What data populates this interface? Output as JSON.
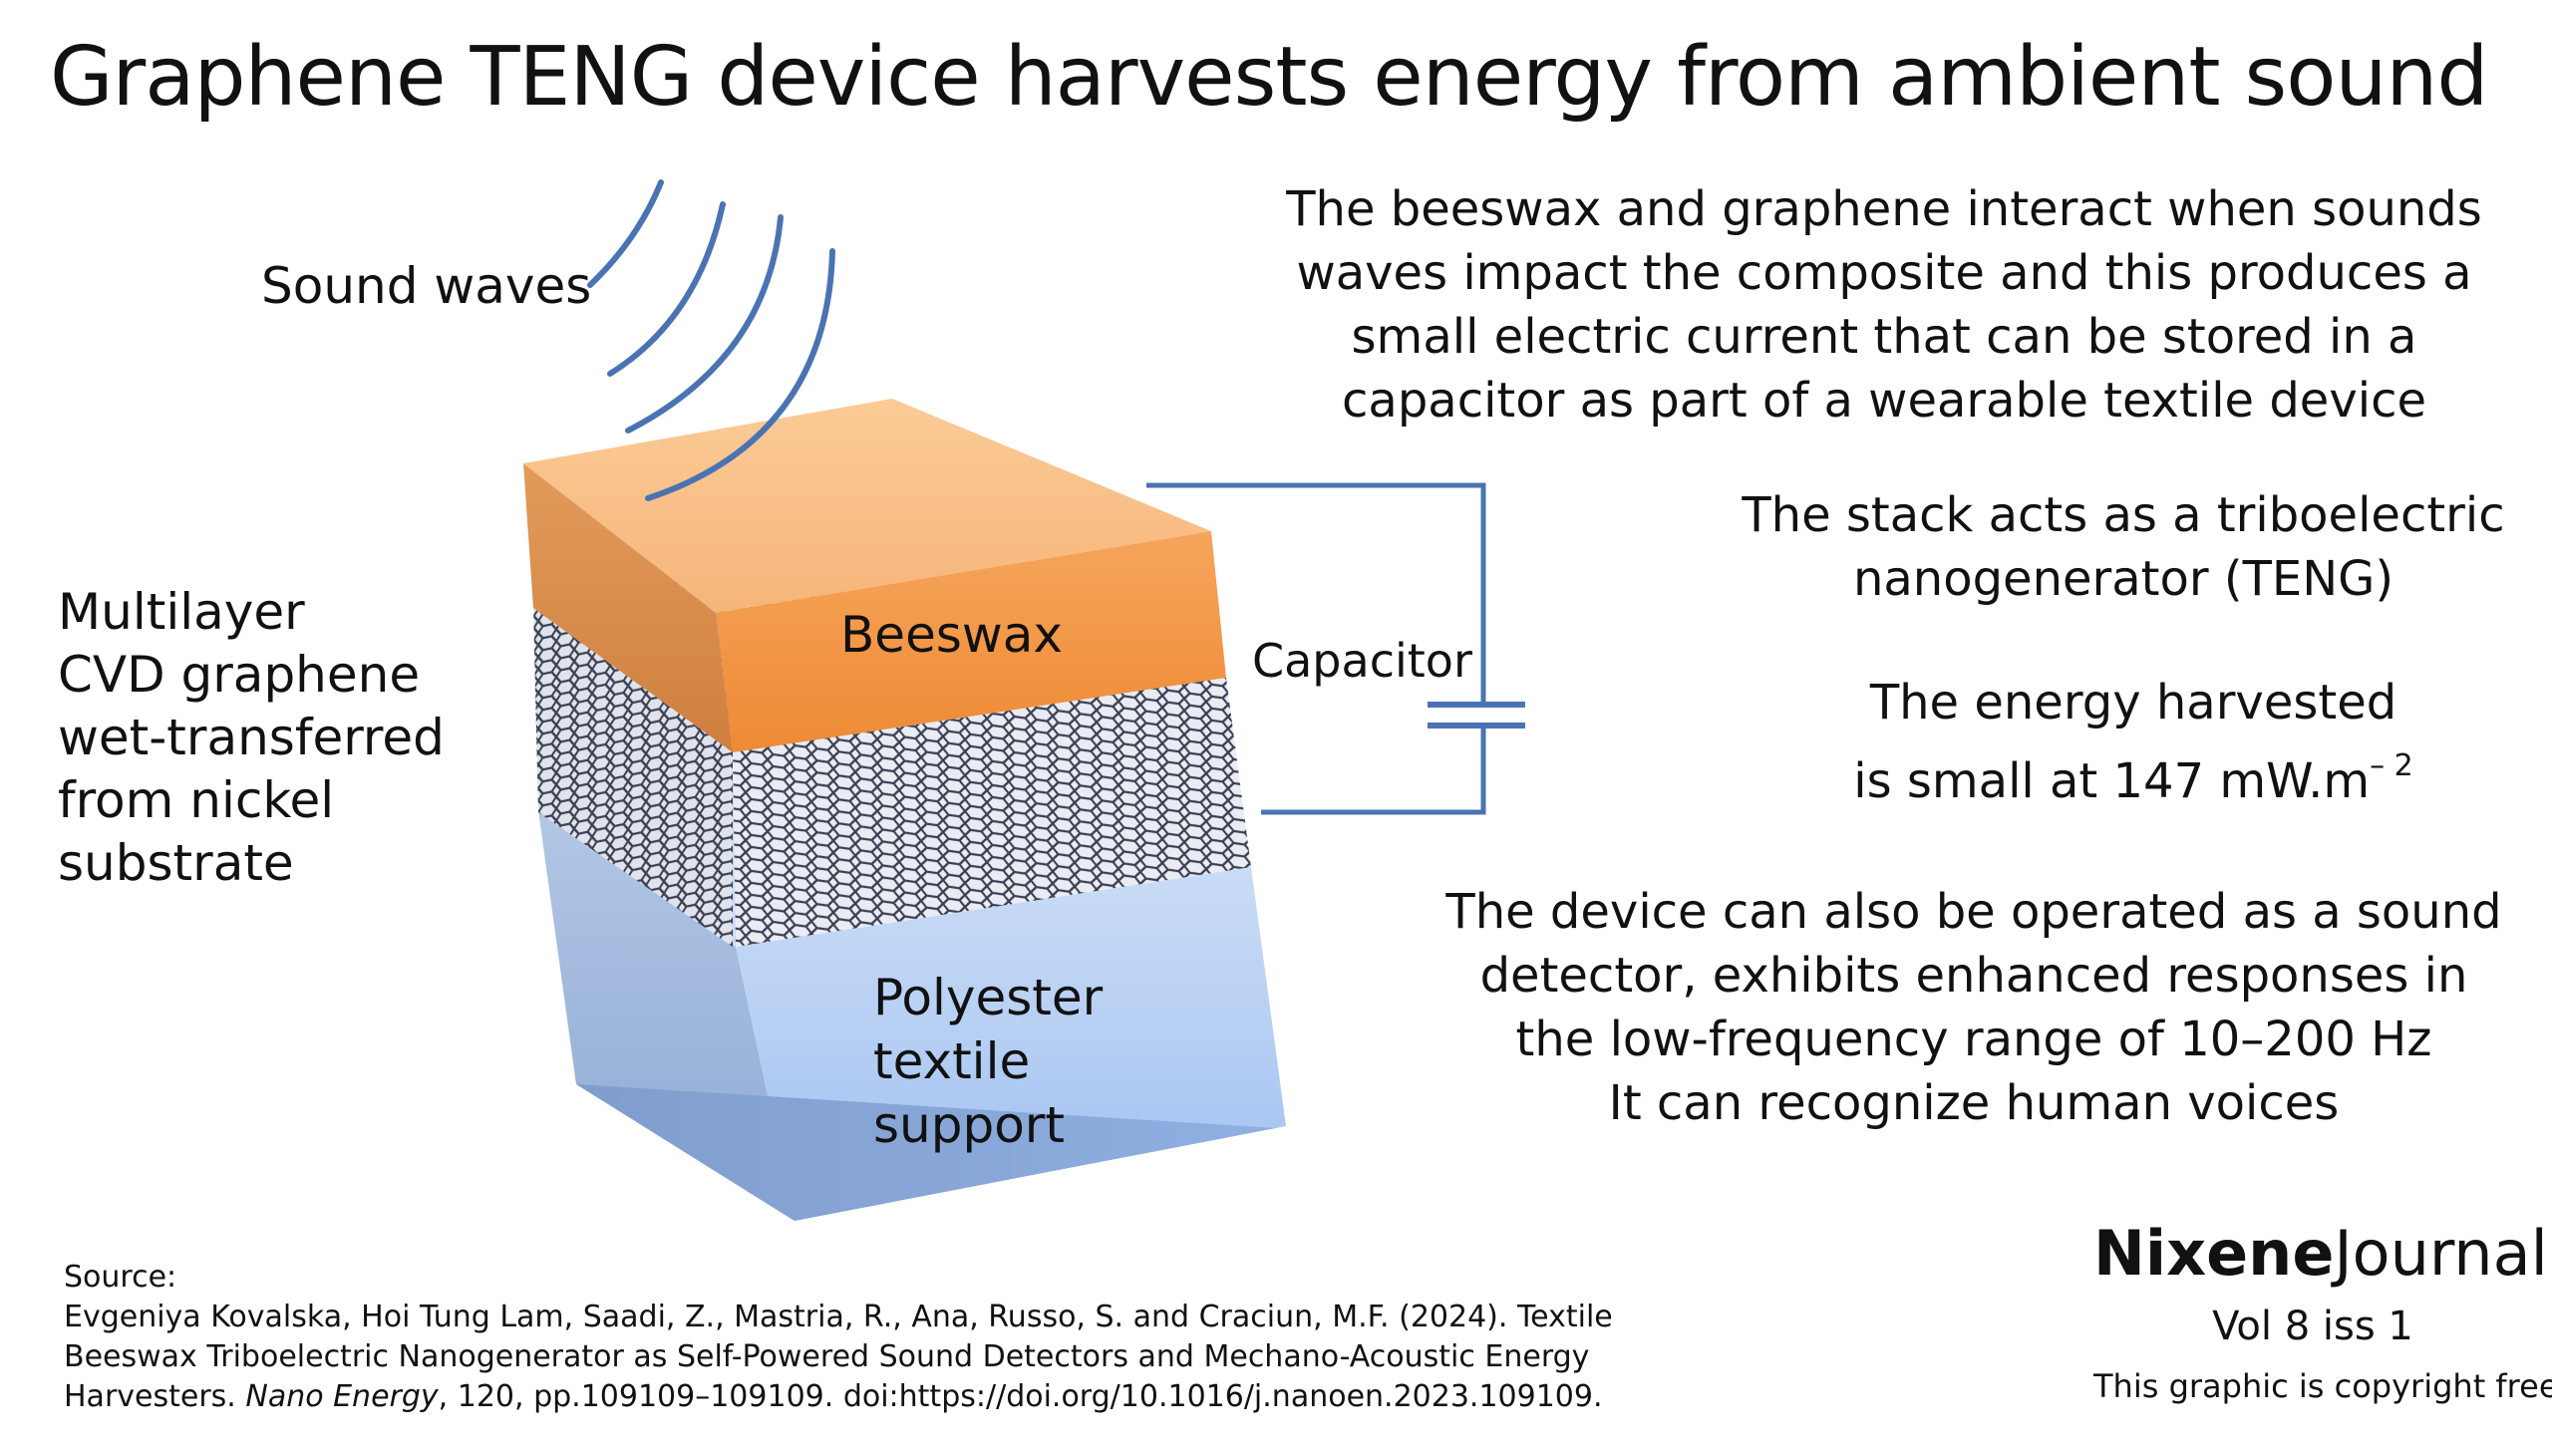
{
  "title": "Graphene TENG device harvests energy from ambient sound",
  "description": {
    "mechanism": [
      "The beeswax and graphene interact when sounds",
      "waves  impact the composite and this produces a",
      "small electric current that can be stored in a",
      "capacitor as part of a wearable textile device"
    ],
    "teng": [
      "The stack acts as a triboelectric",
      "nanogenerator (TENG)"
    ],
    "energy_line1": "The energy harvested",
    "energy_line2": "is small at 147 mW.m",
    "energy_exp": "– 2",
    "detector": [
      "The device can also be operated as a sound",
      "detector, exhibits enhanced responses in",
      "the low-frequency range of 10–200 Hz",
      "It can recognize human voices"
    ]
  },
  "labels": {
    "sound_waves": "Sound waves",
    "beeswax": "Beeswax",
    "capacitor": "Capacitor",
    "graphene": [
      "Multilayer",
      "CVD graphene",
      "wet-transferred",
      "from  nickel",
      "substrate"
    ],
    "polyester": [
      "Polyester",
      "textile",
      "support"
    ]
  },
  "source": {
    "heading": "Source:",
    "line1": "Evgeniya Kovalska, Hoi Tung Lam, Saadi, Z., Mastria, R., Ana, Russo, S. and Craciun, M.F. (2024). Textile",
    "line2": "Beeswax Triboelectric Nanogenerator as Self-Powered Sound Detectors and Mechano-Acoustic Energy",
    "line3_a": "Harvesters. ",
    "line3_journal": "Nano Energy",
    "line3_b": ", 120, pp.109109–109109. doi:https://doi.org/10.1016/j.nanoen.2023.109109."
  },
  "brand": {
    "name_bold": "Nixene",
    "name_regular": "Journal",
    "issue": "Vol 8  iss 1",
    "copyright": "This graphic is copyright free"
  },
  "colors": {
    "wave": "#4a73b3",
    "wire": "#4a73b3",
    "beeswax_top": "#f8c089",
    "beeswax_front": "#f0913c",
    "beeswax_side": "#d98a4a",
    "polyester_top": "#c7d9f5",
    "polyester_front": "#a9c8f3",
    "polyester_side": "#8fa9d1",
    "graphene_line": "#3c3f52"
  }
}
